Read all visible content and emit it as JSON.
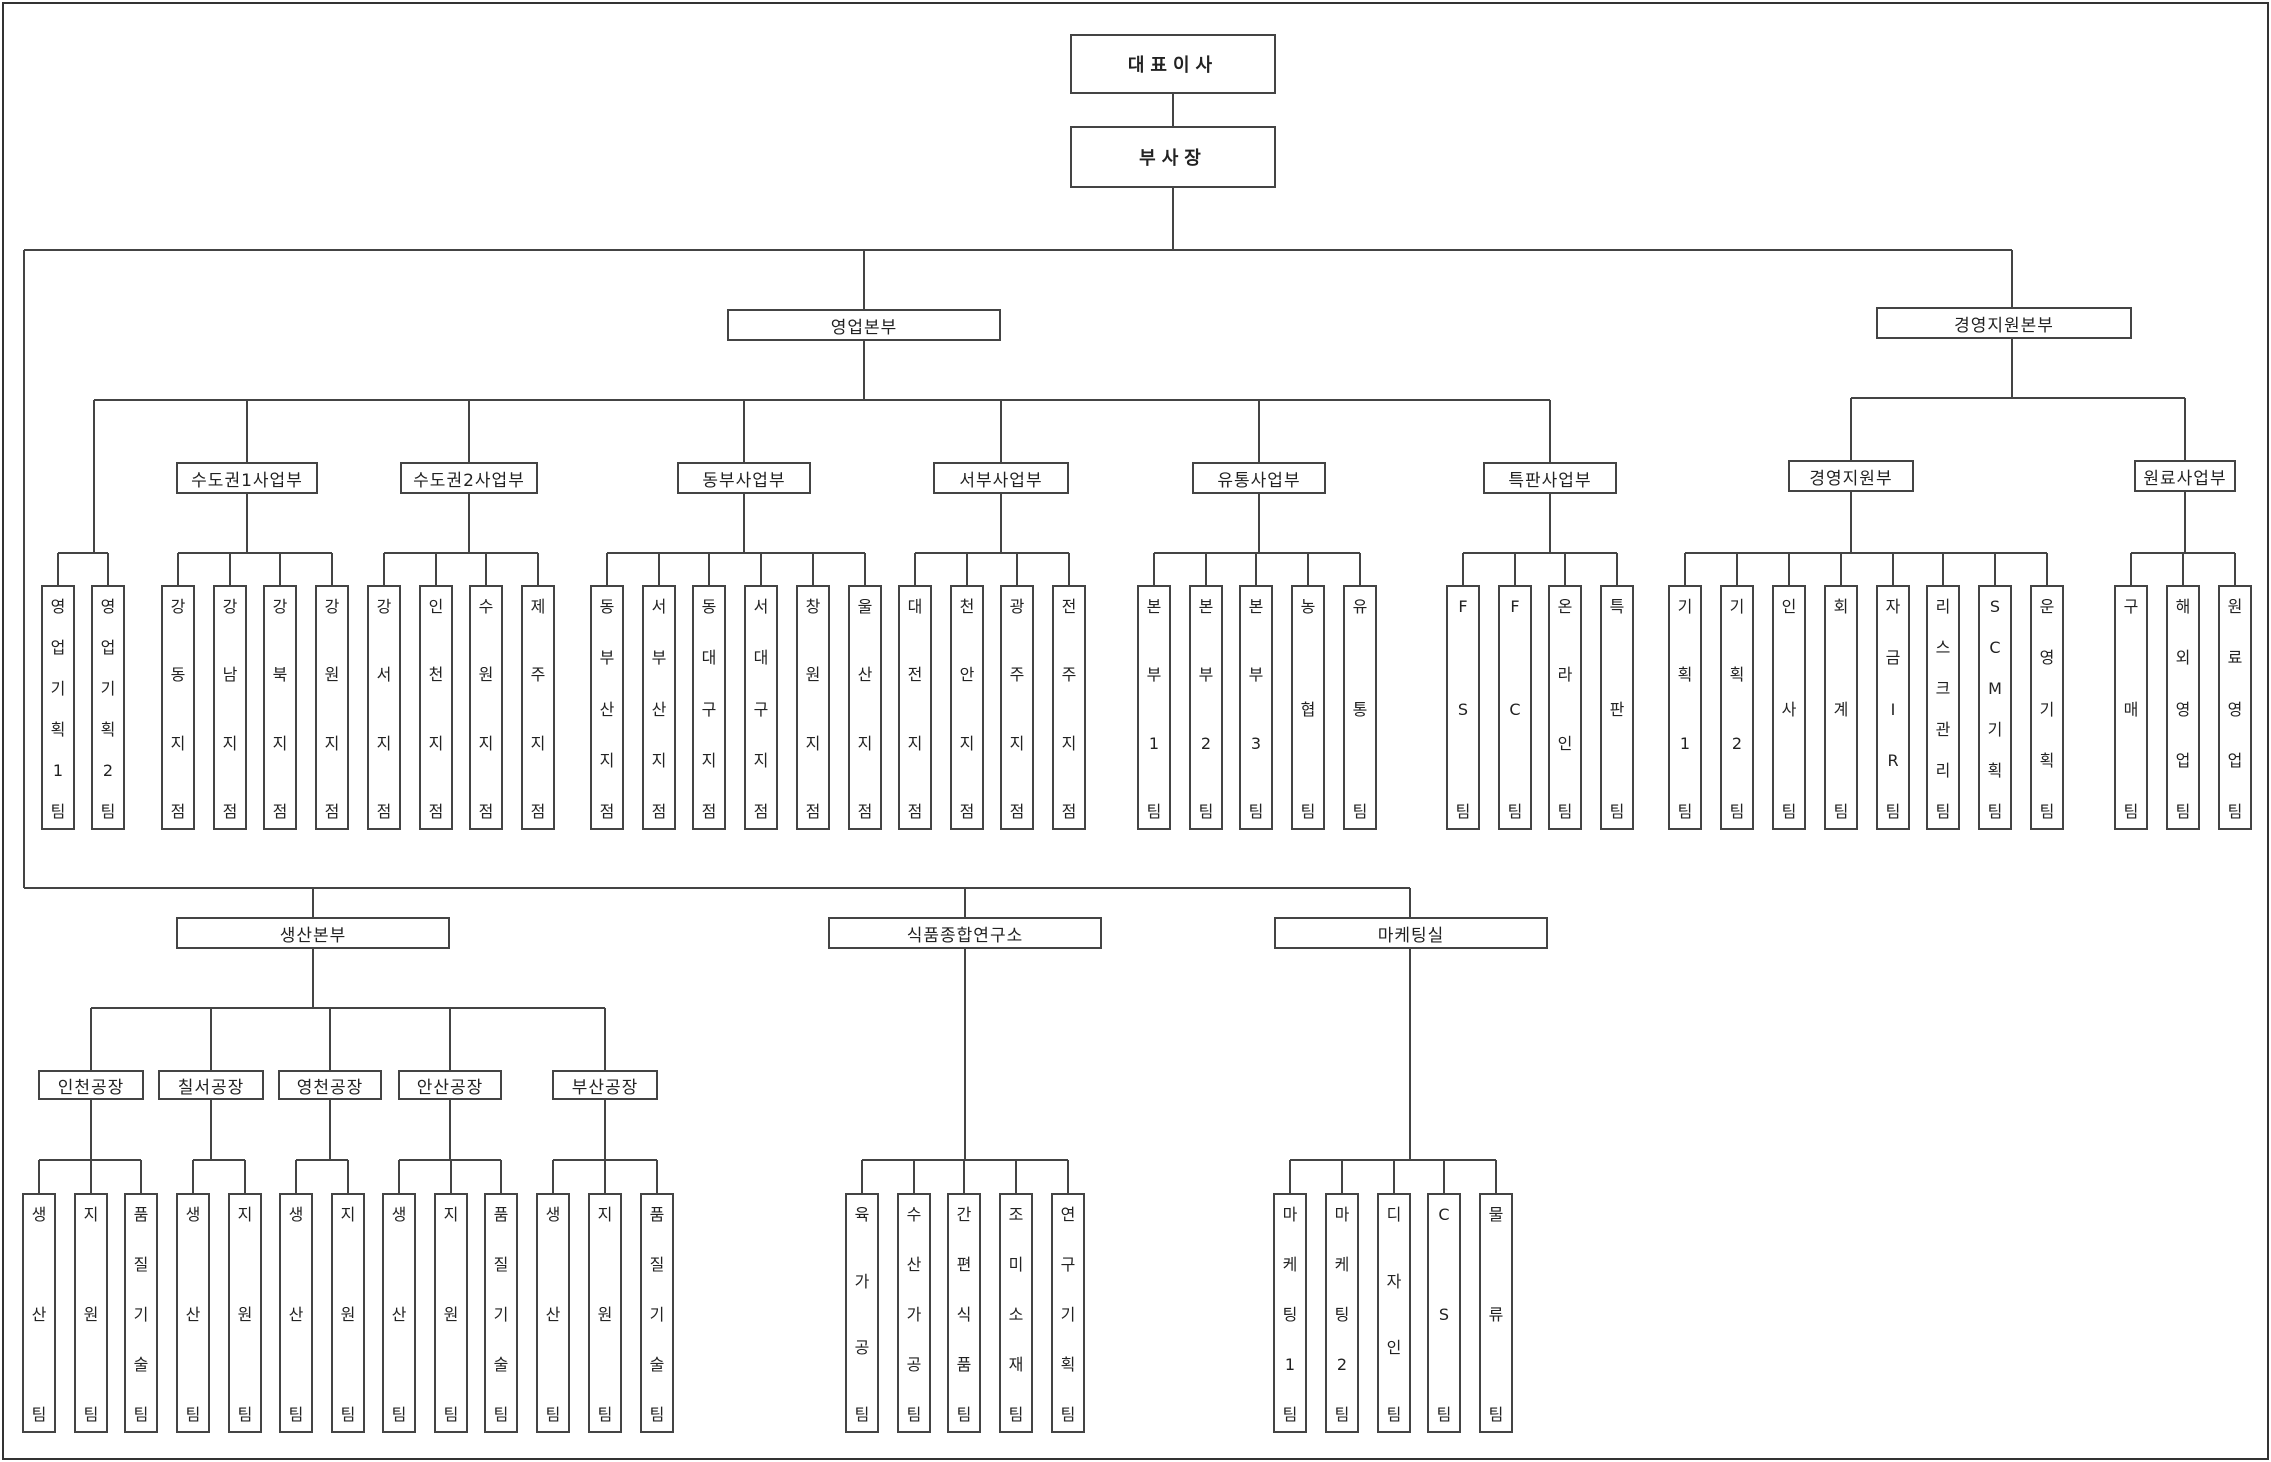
{
  "root": {
    "ceo": "대표이사",
    "vp": "부사장"
  },
  "divisions": {
    "sales": {
      "label": "영업본부",
      "leading_leaves": [
        "영업기획1팀",
        "영업기획2팀"
      ],
      "groups": [
        {
          "label": "수도권1사업부",
          "leaves": [
            "강동지점",
            "강남지점",
            "강북지점",
            "강원지점"
          ]
        },
        {
          "label": "수도권2사업부",
          "leaves": [
            "강서지점",
            "인천지점",
            "수원지점",
            "제주지점"
          ]
        },
        {
          "label": "동부사업부",
          "leaves": [
            "동부산지점",
            "서부산지점",
            "동대구지점",
            "서대구지점",
            "창원지점",
            "울산지점"
          ]
        },
        {
          "label": "서부사업부",
          "leaves": [
            "대전지점",
            "천안지점",
            "광주지점",
            "전주지점"
          ]
        },
        {
          "label": "유통사업부",
          "leaves": [
            "본부1팀",
            "본부2팀",
            "본부3팀",
            "농협팀",
            "유통팀"
          ]
        },
        {
          "label": "특판사업부",
          "leaves": [
            "FS팀",
            "FC팀",
            "온라인팀",
            "특판팀"
          ]
        }
      ]
    },
    "support": {
      "label": "경영지원본부",
      "groups": [
        {
          "label": "경영지원부",
          "leaves": [
            "기획1팀",
            "기획2팀",
            "인사팀",
            "회계팀",
            "자금IR팀",
            "리스크관리팀",
            "SCM기획팀",
            "운영기획팀"
          ]
        },
        {
          "label": "원료사업부",
          "leaves": [
            "구매팀",
            "해외영업팀",
            "원료영업팀"
          ]
        }
      ]
    },
    "production": {
      "label": "생산본부",
      "groups": [
        {
          "label": "인천공장",
          "leaves": [
            "생산팀",
            "지원팀",
            "품질기술팀"
          ]
        },
        {
          "label": "칠서공장",
          "leaves": [
            "생산팀",
            "지원팀"
          ]
        },
        {
          "label": "영천공장",
          "leaves": [
            "생산팀",
            "지원팀"
          ]
        },
        {
          "label": "안산공장",
          "leaves": [
            "생산팀",
            "지원팀",
            "품질기술팀"
          ]
        },
        {
          "label": "부산공장",
          "leaves": [
            "생산팀",
            "지원팀",
            "품질기술팀"
          ]
        }
      ]
    },
    "research": {
      "label": "식품종합연구소",
      "leaves": [
        "육가공팀",
        "수산가공팀",
        "간편식품팀",
        "조미소재팀",
        "연구기획팀"
      ]
    },
    "marketing": {
      "label": "마케팅실",
      "leaves": [
        "마케팅1팀",
        "마케팅2팀",
        "디자인팀",
        "CS팀",
        "물류팀"
      ]
    }
  }
}
